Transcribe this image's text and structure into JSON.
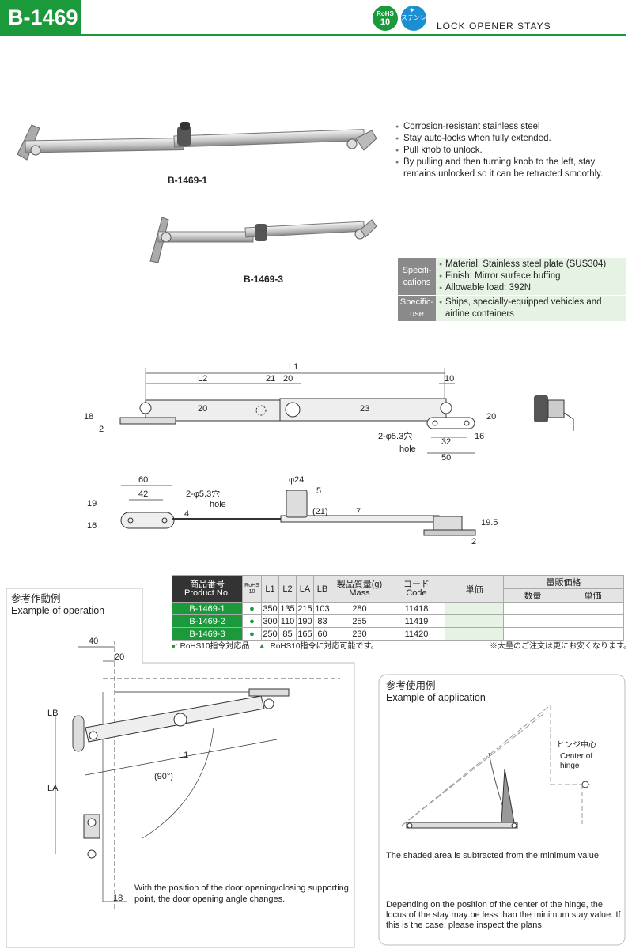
{
  "header": {
    "model": "B-1469",
    "title": "LOCK  OPENER  STAYS",
    "rohs_top": "RoHS",
    "rohs_num": "10",
    "stainless_jp": "ステンレス"
  },
  "features": [
    "Corrosion-resistant stainless steel",
    "Stay auto-locks when fully extended.",
    "Pull knob to unlock.",
    "By pulling and then turning knob to the left, stay remains unlocked so it can be retracted smoothly."
  ],
  "specs": {
    "spec_label_1": "Specifi-",
    "spec_label_2": "cations",
    "spec_items": [
      "Material: Stainless steel plate (SUS304)",
      "Finish: Mirror surface buffing",
      "Allowable load: 392N"
    ],
    "use_label_1": "Specific-",
    "use_label_2": "use",
    "use_items": [
      "Ships, specially-equipped vehicles and airline containers"
    ]
  },
  "products": {
    "caption_1": "B-1469-1",
    "caption_3": "B-1469-3"
  },
  "drawing_top": {
    "L1": "L1",
    "L2": "L2",
    "d21": "21",
    "d20": "20",
    "d10": "10",
    "h20": "20",
    "h23": "23",
    "h18": "18",
    "h2": "2",
    "h16": "16",
    "h20r": "20",
    "hole_jp": "2-φ5.3穴",
    "hole_en": "hole",
    "w32": "32",
    "w50": "50"
  },
  "drawing_side": {
    "w60": "60",
    "w42": "42",
    "hole_jp": "2-φ5.3穴",
    "hole_en": "hole",
    "phi24": "φ24",
    "h5": "5",
    "h21": "(21)",
    "h7": "7",
    "h4": "4",
    "h19": "19",
    "h16": "16",
    "h19_5": "19.5",
    "h2": "2"
  },
  "table": {
    "head_pn_jp": "商品番号",
    "head_pn_en": "Product No.",
    "head_rohs": "RoHS",
    "head_rohs_num": "10",
    "head_l1": "L1",
    "head_l2": "L2",
    "head_la": "LA",
    "head_lb": "LB",
    "head_mass_jp": "製品質量(g)",
    "head_mass_en": "Mass",
    "head_code_jp": "コード",
    "head_code_en": "Code",
    "head_unit": "単価",
    "head_vol": "量販価格",
    "head_qty": "数量",
    "head_vunit": "単価",
    "rows": [
      {
        "pn": "B-1469-1",
        "rohs": "●",
        "l1": "350",
        "l2": "135",
        "la": "215",
        "lb": "103",
        "mass": "280",
        "code": "11418"
      },
      {
        "pn": "B-1469-2",
        "rohs": "●",
        "l1": "300",
        "l2": "110",
        "la": "190",
        "lb": "83",
        "mass": "255",
        "code": "11419"
      },
      {
        "pn": "B-1469-3",
        "rohs": "●",
        "l1": "250",
        "l2": "85",
        "la": "165",
        "lb": "60",
        "mass": "230",
        "code": "11420"
      }
    ],
    "note_left_1": "●",
    "note_left_2": ": RoHS10指令対応品",
    "note_left_3": "▲",
    "note_left_4": ": RoHS10指令に対応可能です。",
    "note_right": "※大量のご注文は更にお安くなります。"
  },
  "operation": {
    "title_jp": "参考作動例",
    "title_en": "Example of operation",
    "d40": "40",
    "d20": "20",
    "lb": "LB",
    "la": "LA",
    "l1": "L1",
    "angle": "(90°)",
    "d18": "18",
    "note": "With the position of the door opening/closing supporting point, the door opening angle changes."
  },
  "application": {
    "title_jp": "参考使用例",
    "title_en": "Example of application",
    "hinge_jp": "ヒンジ中心",
    "hinge_en_1": "Center of",
    "hinge_en_2": "hinge",
    "note1": "The shaded area is subtracted from the minimum value.",
    "note2": "Depending on the position of the center of the hinge, the locus of the stay may be less than the minimum stay value. If this is the case, please inspect the plans."
  },
  "colors": {
    "brand_green": "#1a9a3a",
    "light_green": "#e6f2e4",
    "stainless_blue": "#1b8fd1",
    "spec_gray": "#8a8a8a"
  }
}
